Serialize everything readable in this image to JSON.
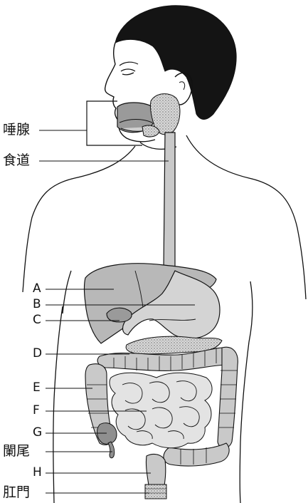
{
  "labels": {
    "salivary_gland": "唾腺",
    "esophagus": "食道",
    "a": "A",
    "b": "B",
    "c": "C",
    "d": "D",
    "e": "E",
    "f": "F",
    "g": "G",
    "appendix": "闌尾",
    "h": "H",
    "anus": "肛門"
  },
  "colors": {
    "outline": "#111111",
    "organ_fill": "#c9c9c9",
    "organ_dark": "#9a9a9a",
    "hair": "#141414",
    "background": "#ffffff"
  }
}
